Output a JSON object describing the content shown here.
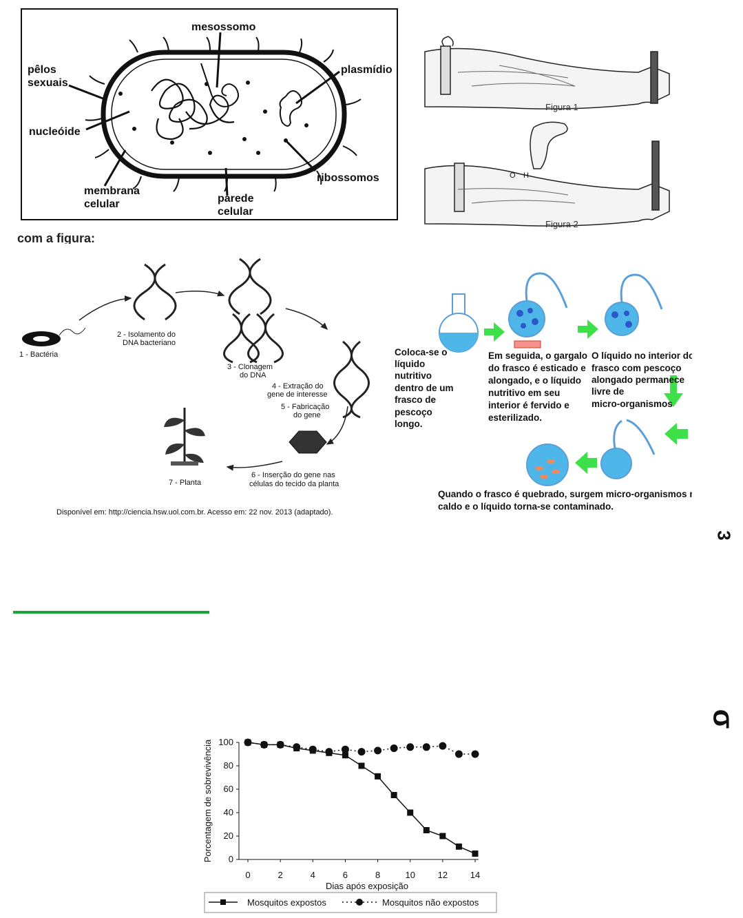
{
  "cell_diagram": {
    "labels": {
      "mesossomo": "mesossomo",
      "pelos": [
        "pêlos",
        "sexuais"
      ],
      "plasmidio": "plasmídio",
      "nucleoide": "nucleóide",
      "ribossomos": "ribossomos",
      "membrana": [
        "membrana",
        "celular"
      ],
      "parede": [
        "parede",
        "celular"
      ]
    }
  },
  "arm_figures": {
    "figure1": "Figura 1",
    "figure2": "Figura 2",
    "mark_o": "O",
    "mark_h": "H"
  },
  "partial_text": "com a figura:",
  "transgenic": {
    "step1": "1 - Bactéria",
    "step2": [
      "2 - Isolamento do",
      "DNA bacteriano"
    ],
    "step3": [
      "3 - Clonagem",
      "do DNA"
    ],
    "step4": [
      "4 - Extração do",
      "gene de interesse"
    ],
    "step5": [
      "5 - Fabricação",
      "do gene"
    ],
    "step6": [
      "6 - Inserção do gene nas",
      "células do tecido da planta"
    ],
    "step7": "7 - Planta",
    "source": "Disponível em: http://ciencia.hsw.uol.com.br. Acesso em: 22 nov. 2013 (adaptado)."
  },
  "pasteur": {
    "text1": [
      "Coloca-se o",
      "líquido",
      "nutritivo",
      "dentro de um",
      "frasco de",
      "pescoço",
      "longo."
    ],
    "text2": [
      "Em seguida, o gargalo",
      "do frasco é esticado e",
      "alongado, e o líquido",
      "nutritivo em seu",
      "interior é fervido e",
      "esterilizado."
    ],
    "text3": [
      "O líquido no interior do",
      "frasco com pescoço",
      "alongado permanece",
      "livre de",
      "micro-organismos"
    ],
    "text4": [
      "Quando o  frasco é quebrado, surgem micro-organismos no",
      "caldo  e o líquido torna-se contaminado."
    ]
  },
  "side_marks": {
    "mark1": "3",
    "mark2": "σ"
  },
  "chart_data": {
    "type": "line",
    "x": [
      0,
      1,
      2,
      3,
      4,
      5,
      6,
      7,
      8,
      9,
      10,
      11,
      12,
      13,
      14
    ],
    "xlabel": "Dias após exposição",
    "ylabel": "Porcentagem de sobrevivência",
    "xticks": [
      "0",
      "2",
      "4",
      "6",
      "8",
      "10",
      "12",
      "14"
    ],
    "yticks": [
      "0",
      "20",
      "40",
      "60",
      "80",
      "100"
    ],
    "xlim": [
      0,
      14
    ],
    "ylim": [
      0,
      100
    ],
    "series": [
      {
        "name": "Mosquitos expostos",
        "marker": "square",
        "style": "solid",
        "values": [
          100,
          98,
          98,
          95,
          93,
          91,
          89,
          80,
          71,
          55,
          40,
          25,
          20,
          11,
          5
        ]
      },
      {
        "name": "Mosquitos não expostos",
        "marker": "circle",
        "style": "dotted",
        "values": [
          100,
          98,
          98,
          96,
          94,
          92,
          94,
          92,
          93,
          95,
          96,
          96,
          97,
          90,
          90
        ]
      }
    ],
    "legend_position": "bottom"
  }
}
